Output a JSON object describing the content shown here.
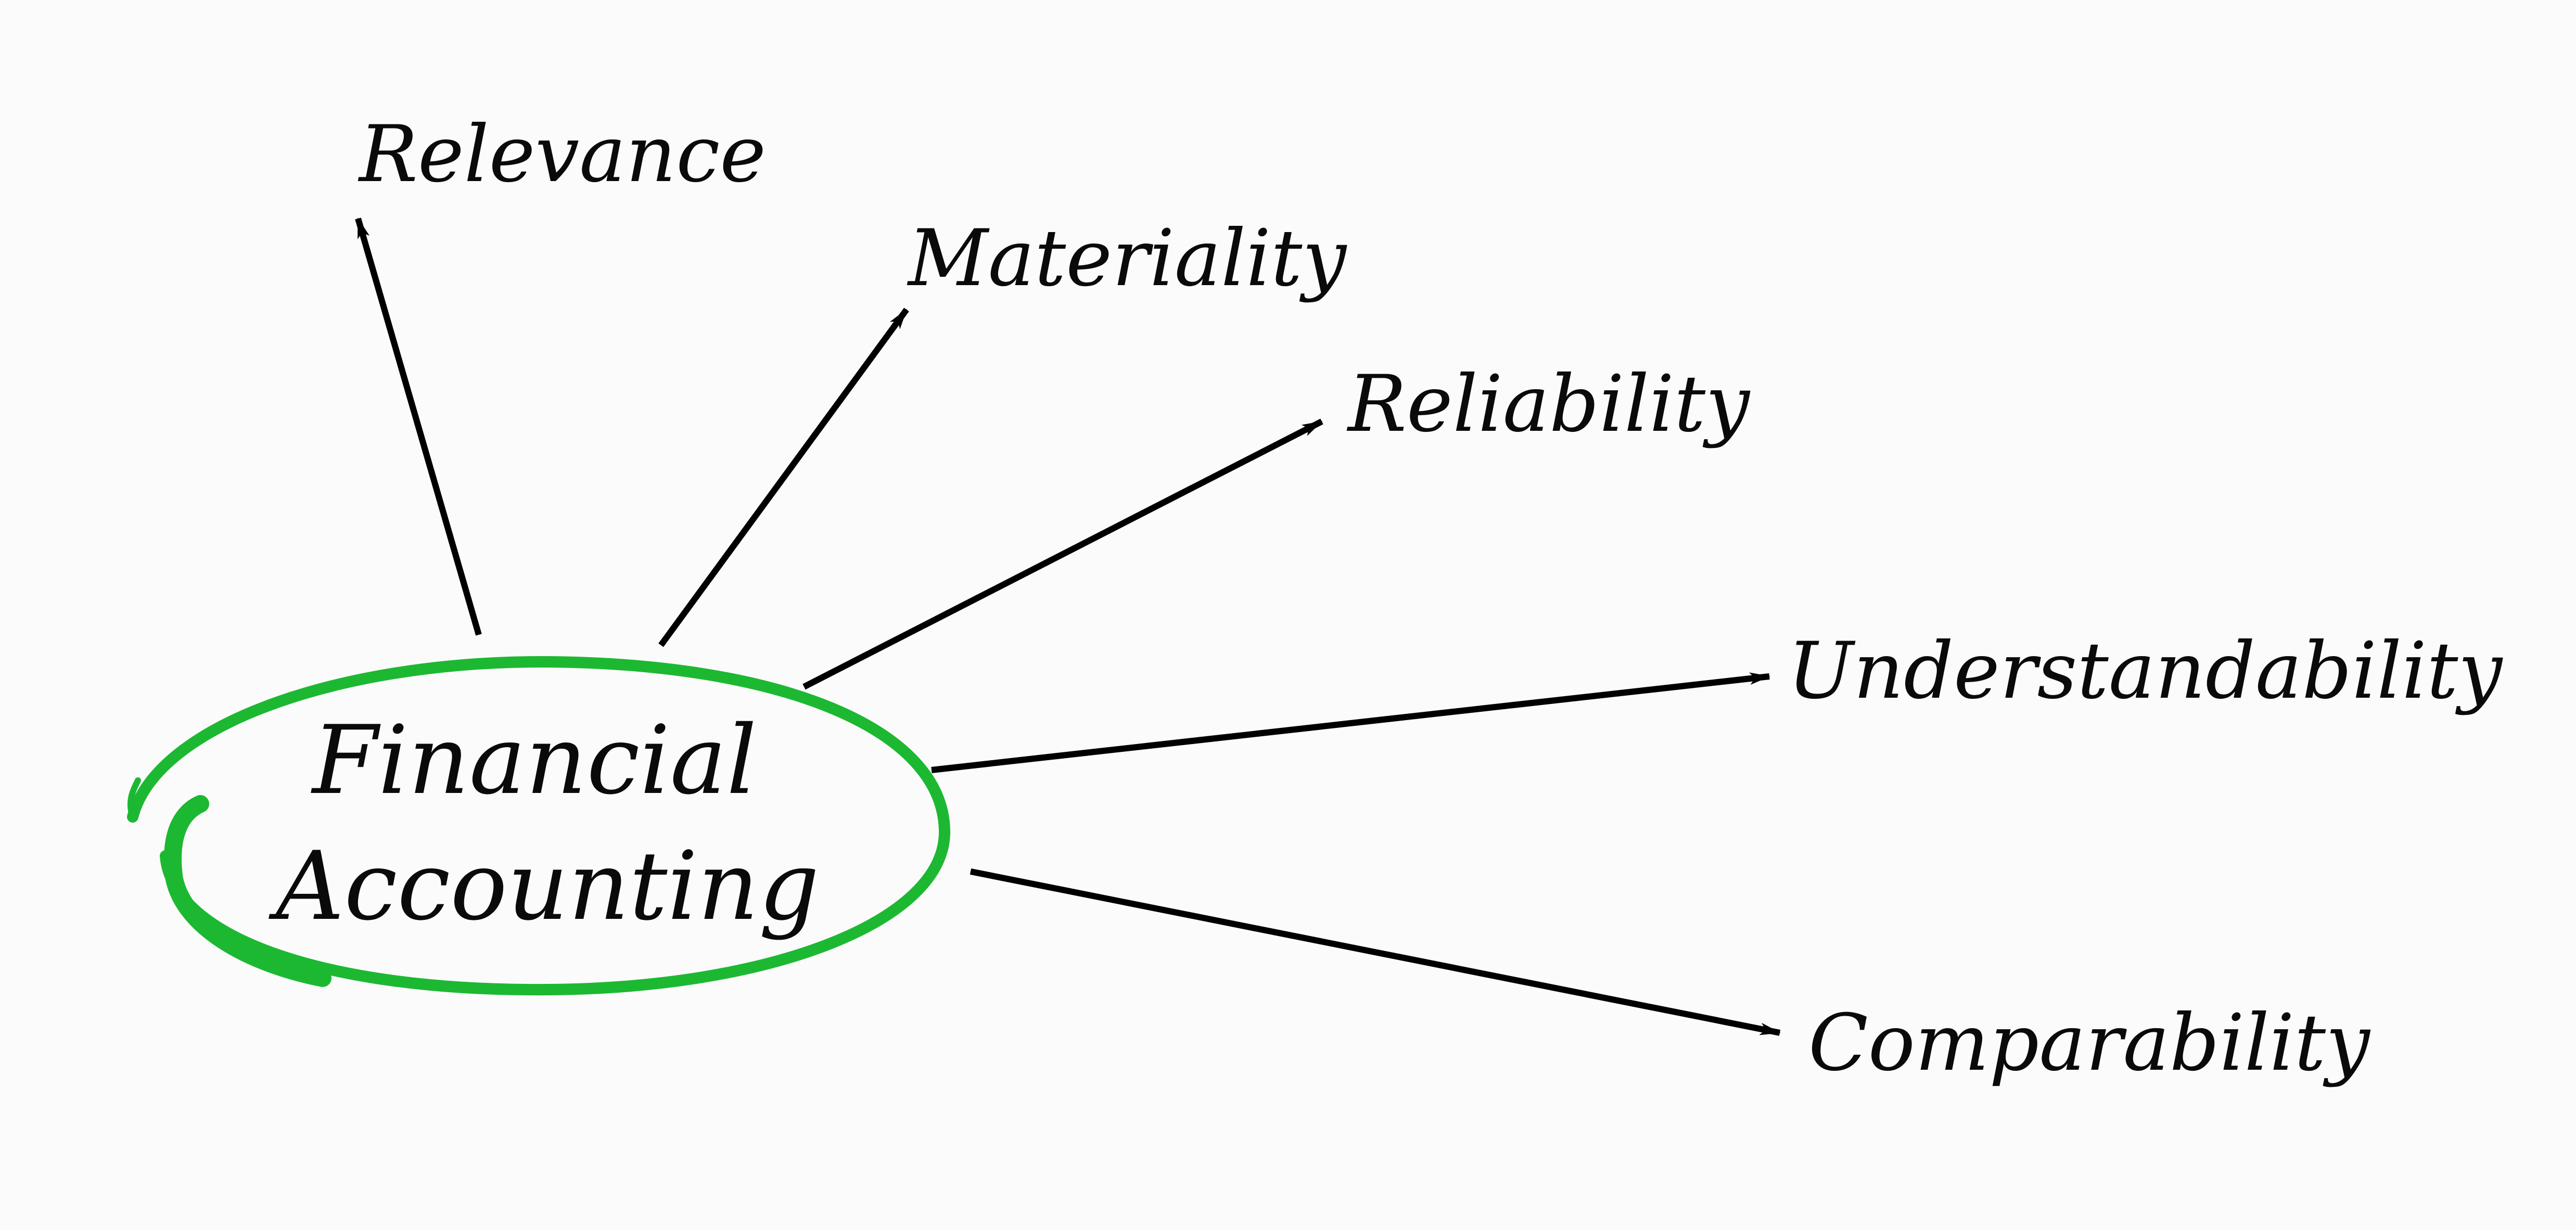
{
  "center": {
    "line1": "Financial",
    "line2": "Accounting",
    "ring_color": "#1db832"
  },
  "branches": [
    {
      "id": "relevance",
      "label": "Relevance"
    },
    {
      "id": "materiality",
      "label": "Materiality"
    },
    {
      "id": "reliability",
      "label": "Reliability"
    },
    {
      "id": "understandability",
      "label": "Understandability"
    },
    {
      "id": "comparability",
      "label": "Comparability"
    }
  ],
  "arrow_color": "#000000"
}
